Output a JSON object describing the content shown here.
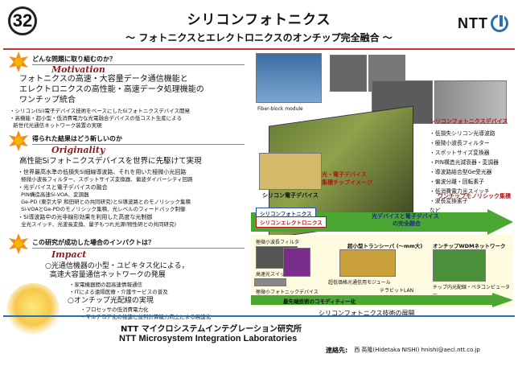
{
  "header": {
    "number": "32",
    "title": "シリコンフォトニクス",
    "subtitle": "～ フォトニクスとエレクトロニクスのオンチップ完全融合 ～",
    "logo_text": "NTT"
  },
  "sections": {
    "q1": "どんな問題に取り組むのか？",
    "motivation_label": "Motivation",
    "motivation_lead": "フォトニクスの高速・大容量データ通信機能と\nエレクトロニクスの高性能・高速データ処理機能の\nワンチップ統合",
    "motivation_bullets": [
      "・シリコン(Si)電子デバイス技術をベースにしたSiフォトニクスデバイス開発",
      "・高機能・超小型・低消費電力な光電融合デバイスの低コスト生産による\n  新世代光通信ネットワーク装置の実現"
    ],
    "q2": "得られた結果はどう新しいのか",
    "originality_label": "Originality",
    "originality_lead": "高性能Siフォトニクスデバイスを世界に先駆けて実現",
    "originality_bullets": [
      "・世界最高水準の低損失Si細線導波路、それを用いた極微小光回路",
      "  極微小波長フィルター、スポットサイズ変換器、偏波ダイバーシティ回路",
      "・光デバイスと電子デバイスの融合",
      "  PIN構造高速Si-VOA、変調器",
      "  Ge-PD (東京大学 和田研との共同研究)とSi導波路とのモノリシック集積",
      "  Si-VOAとGe-PDのモノリシック集積、光レベルのフィードバック制御",
      "・Si導波路中の光非線形効果を利用した高度な光制御",
      "  全光スイッチ、光波長変換、量子もつれ光源(物性研との共同研究)"
    ],
    "q3": "この研究が成功した場合のインパクトは？",
    "impact_label": "Impact",
    "impact_items": [
      "○光通信機器の小型・ユビキタス化による，",
      "  高速大容量通信ネットワークの発展",
      "・家電機器間の超高速情報通信",
      "・ITによる遠隔医療・介護サービスの普及",
      "○オンチップ光配線の実現",
      "・プロセッサの低消費電力化",
      "・マルチコア化の推進と並列計算能力向上による高速化"
    ]
  },
  "figure": {
    "fiber_block": "Fiber-block module",
    "si_device": "シリコン電子デバイス",
    "opto_chip": "光・電子デバイス\n集積チップイメージ",
    "si_photonic_devices": "シリコンフォトニクスデバイス",
    "device_list": [
      "・低損失シリコン光導波路",
      "・極微小波長フィルター",
      "・スポットサイズ変換器",
      "・PIN構造光減衰器・変調器",
      "・導波路結合型Ge受光器",
      "・偏波分離・回転素子",
      "・低消費電力光スイッチ",
      "・波長変換素子",
      "など"
    ],
    "monolithic": "ワンチップモノリシック集積",
    "tag_photonics": "シリコンフォトニクス",
    "tag_electronics": "シリコンエレクトロニクス",
    "band_text_1": "光デバイスと電子デバイス",
    "band_text_2": "の完全融合",
    "wavelength_filter": "極微小波長フィルタ",
    "transceiver": "超小型トランシーバ (～mm大)",
    "onchip_wdm": "オンチップWDMネットワーク",
    "hispeed_switch": "高速光スイッチ",
    "micro_photonic": "極微小フォトニックデバイス",
    "module": "超低価格光通信用モジュール",
    "lan": "テラビットLAN",
    "chip_pc": "チップ内光配線・ペタコンピューター",
    "commodity": "最先端技術のコモディティー化",
    "caption": "シリコンフォトニクス技術の展開"
  },
  "footer": {
    "org_jp": "NTT マイクロシステムインテグレーション研究所",
    "org_en": "NTT Microsystem Integration  Laboratories",
    "contact_label": "連絡先:",
    "contact_value": "西 英隆(Hidetaka NISHI)  hnishi@aecl.ntt.co.jp"
  },
  "colors": {
    "accent_red": "#c33333",
    "accent_blue": "#2a6fb5",
    "band_green": "#4aa832"
  }
}
